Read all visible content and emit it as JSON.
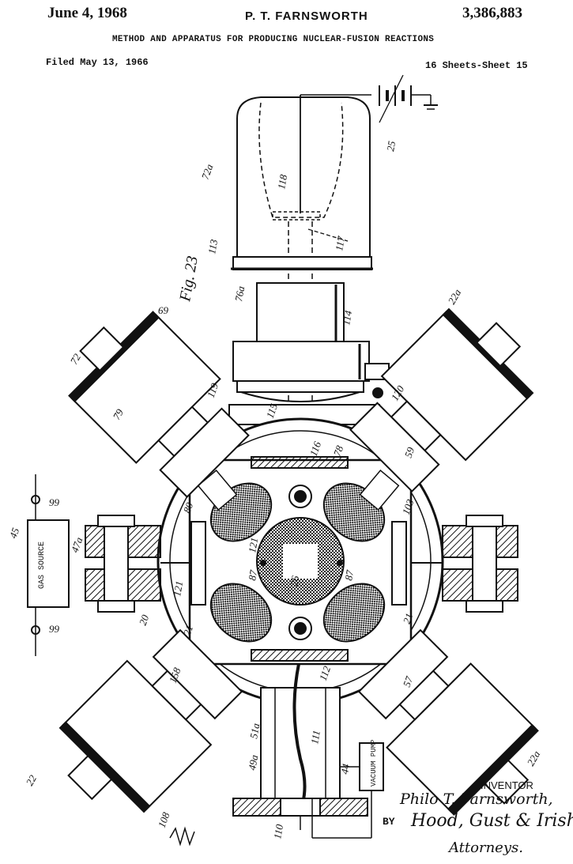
{
  "header": {
    "date": "June 4, 1968",
    "inventor": "P. T. FARNSWORTH",
    "patent_number": "3,386,883",
    "title": "METHOD AND APPARATUS FOR PRODUCING NUCLEAR-FUSION REACTIONS",
    "filed": "Filed May 13, 1966",
    "sheets": "16 Sheets-Sheet 15"
  },
  "figure": {
    "label": "Fig. 23",
    "gas_source": "GAS SOURCE",
    "vacuum_pump": "VACUUM PUMP",
    "refs": {
      "r72a": "72a",
      "r118": "118",
      "r117": "117",
      "r113": "113",
      "r76a": "76a",
      "r114": "114",
      "r25": "25",
      "r69": "69",
      "r22a_top": "22a",
      "r72": "72",
      "r79": "79",
      "r119": "119",
      "r120": "120",
      "r59": "59",
      "r103": "103",
      "r115": "115",
      "r116": "116",
      "r78": "78",
      "r99_a": "99",
      "r45": "45",
      "r47a": "47a",
      "r80": "80",
      "r121a": "121",
      "r121b": "121",
      "r87a": "87",
      "r87b": "87",
      "r26": "26",
      "r21a": "21",
      "r20": "20",
      "r21b": "21",
      "r99_b": "99",
      "r158": "158",
      "r112": "112",
      "r57": "57",
      "r51a": "51a",
      "r111": "111",
      "r49a": "49a",
      "r44": "44",
      "r22a_bot": "22a",
      "r22": "22",
      "r108": "108",
      "r110": "110"
    }
  },
  "signature": {
    "inventor_label": "INVENTOR",
    "inventor_name": "Philo T. Farnsworth,",
    "by": "BY",
    "attorneys_firm": "Hood, Gust & Irish",
    "attorneys": "Attorneys."
  }
}
